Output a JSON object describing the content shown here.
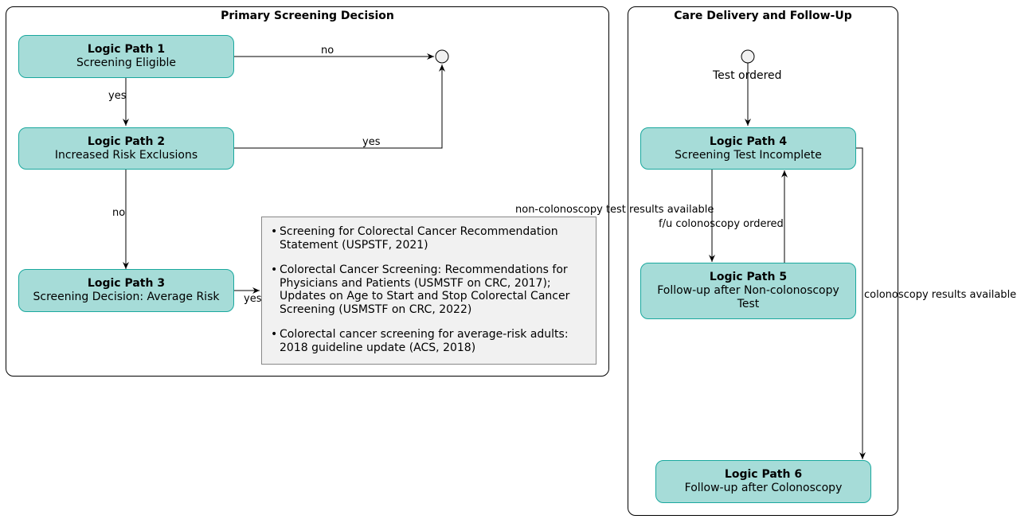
{
  "clusters": {
    "primary": {
      "title": "Primary Screening Decision"
    },
    "care": {
      "title": "Care Delivery and Follow-Up"
    }
  },
  "nodes": {
    "lp1": {
      "title": "Logic Path 1",
      "subtitle": "Screening Eligible"
    },
    "lp2": {
      "title": "Logic Path 2",
      "subtitle": "Increased Risk Exclusions"
    },
    "lp3": {
      "title": "Logic Path 3",
      "subtitle": "Screening Decision: Average Risk"
    },
    "lp4": {
      "title": "Logic Path 4",
      "subtitle": "Screening Test Incomplete"
    },
    "lp5": {
      "title": "Logic Path 5",
      "subtitle": "Follow-up after Non-colonoscopy Test"
    },
    "lp6": {
      "title": "Logic Path 6",
      "subtitle": "Follow-up after Colonoscopy"
    }
  },
  "edge_labels": {
    "lp1_end": "no",
    "lp1_lp2": "yes",
    "lp2_end": "yes",
    "lp2_lp3": "no",
    "lp3_note": "yes",
    "start_lp4": "Test ordered",
    "lp4_lp5": "non-colonoscopy test results available",
    "lp5_lp4": "f/u colonoscopy ordered",
    "lp4_lp6": "colonoscopy results available"
  },
  "note": {
    "items": [
      "Screening for Colorectal Cancer Recommendation Statement (USPSTF, 2021)",
      "Colorectal Cancer Screening: Recommendations for Physicians and Patients (USMSTF on CRC, 2017); Updates on Age to Start and Stop Colorectal Cancer Screening (USMSTF on CRC, 2022)",
      "Colorectal cancer screening for average-risk adults: 2018 guideline update (ACS, 2018)"
    ]
  },
  "colors": {
    "node_fill": "#a6dcd8",
    "node_border": "#1aa89e",
    "note_fill": "#f1f1f1",
    "terminal_fill": "#f1f1f1"
  }
}
